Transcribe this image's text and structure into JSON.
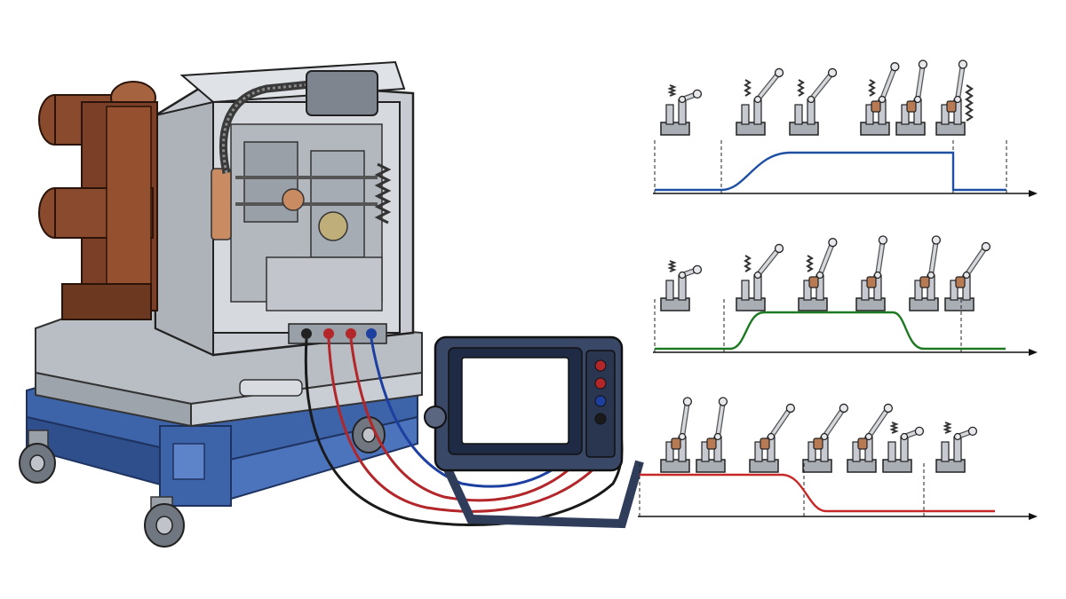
{
  "illustration": {
    "breaker": {
      "name": "vacuum-circuit-breaker",
      "pole_color": "#8a4a2e",
      "frame_color": "#c8ccd2",
      "trolley_color": "#3d63a8"
    },
    "analyzer": {
      "name": "timing-analyzer",
      "body_color": "#2f3c5a",
      "screen_color": "#ffffff"
    },
    "leads": [
      {
        "color": "#b3262a"
      },
      {
        "color": "#1c3fa0"
      },
      {
        "color": "#1a1a1a"
      }
    ]
  },
  "timing_rows": [
    {
      "id": "row1",
      "color": "#1f4fa3",
      "profile": "closing",
      "states": [
        "open",
        "charging",
        "charging",
        "closing",
        "closed",
        "closed"
      ]
    },
    {
      "id": "row2",
      "color": "#1e7a22",
      "profile": "close-open",
      "states": [
        "open",
        "charging",
        "closing",
        "closed",
        "closed",
        "opening"
      ]
    },
    {
      "id": "row3",
      "color": "#c62828",
      "profile": "opening",
      "states": [
        "closed",
        "closed",
        "opening",
        "opening",
        "opening",
        "open",
        "open"
      ]
    }
  ]
}
